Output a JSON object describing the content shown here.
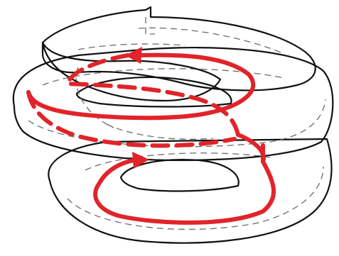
{
  "figure": {
    "subject": "helicoidal-surface",
    "colors": {
      "surface_light": "#ececec",
      "surface_mid": "#d6d6d6",
      "surface_dark": "#b9b9b9",
      "edge": "#111111",
      "hidden_edge": "#6b6b6b",
      "flow_line": "#e0242a"
    },
    "arrows": [
      {
        "name": "flow-arrow-upper",
        "direction": "left"
      },
      {
        "name": "flow-arrow-lower",
        "direction": "right"
      }
    ]
  }
}
